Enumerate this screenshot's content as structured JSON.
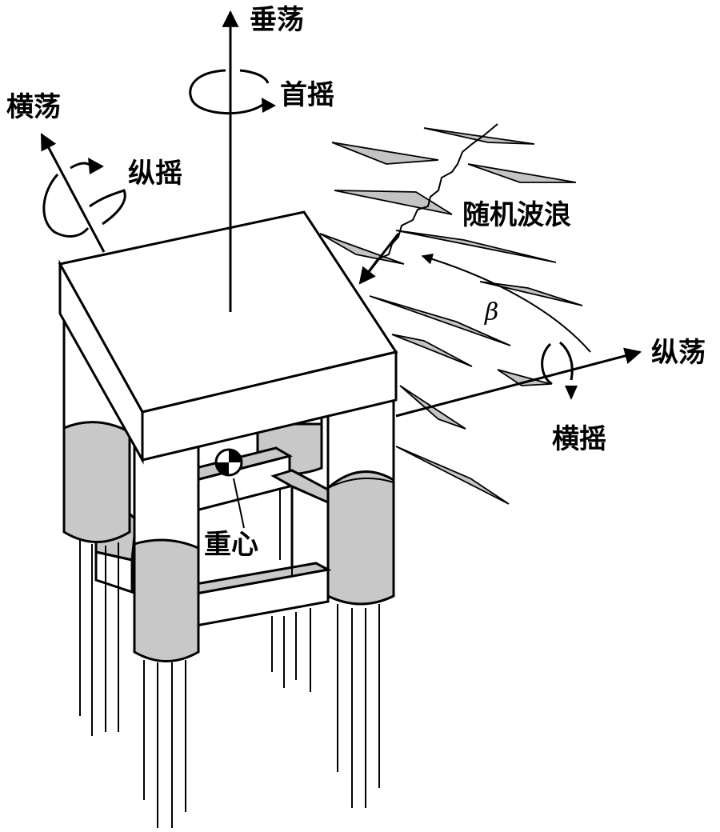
{
  "labels": {
    "heave": "垂荡",
    "yaw": "首摇",
    "sway": "横荡",
    "pitch": "纵摇",
    "random_waves": "随机波浪",
    "beta": "β",
    "surge": "纵荡",
    "roll": "横摇",
    "center_of_gravity": "重心"
  },
  "colors": {
    "line": "#000000",
    "structure_fill": "#ffffff",
    "pontoon_fill": "#c8c8c8",
    "wave_fill": "#c4c4c4"
  },
  "icons": [
    "up-arrow-icon",
    "rotation-arrow-icon",
    "center-of-gravity-icon"
  ]
}
